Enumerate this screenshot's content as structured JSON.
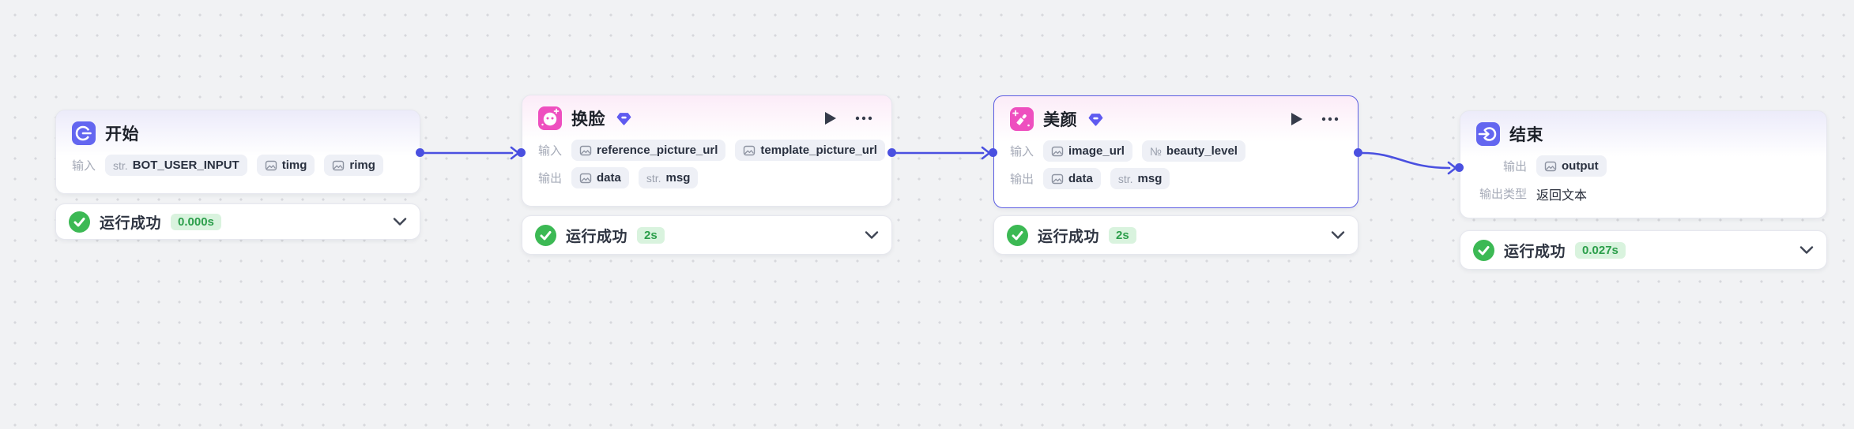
{
  "canvas": {
    "background": "#f1f2f4",
    "grid_dot_color": "#d7d8dc"
  },
  "colors": {
    "connector": "#4a50e0",
    "start_end_accent": "#6366f0",
    "plugin_accent": "#ee4fbf",
    "selected_border": "#5b5ce2",
    "success_green": "#3cb954",
    "duration_badge_bg": "#d9f3de",
    "duration_badge_text": "#2b9e4a",
    "tag_bg": "#eef0f6"
  },
  "edges": [
    {
      "from": "start",
      "to": "face-swap"
    },
    {
      "from": "face-swap",
      "to": "beauty"
    },
    {
      "from": "beauty",
      "to": "end"
    }
  ],
  "nodes": [
    {
      "id": "start",
      "title": "开始",
      "icon": "start-icon",
      "rows": [
        {
          "label": "输入",
          "tags": [
            {
              "kind": "string",
              "prefix": "str.",
              "name": "BOT_USER_INPUT"
            },
            {
              "kind": "image",
              "name": "timg"
            },
            {
              "kind": "image",
              "name": "rimg"
            }
          ]
        }
      ],
      "status": {
        "label": "运行成功",
        "duration": "0.000s"
      }
    },
    {
      "id": "face-swap",
      "title": "换脸",
      "icon": "face-swap-icon",
      "badge": "gem-badge",
      "rows": [
        {
          "label": "输入",
          "tags": [
            {
              "kind": "image",
              "name": "reference_picture_url"
            },
            {
              "kind": "image",
              "name": "template_picture_url"
            }
          ]
        },
        {
          "label": "输出",
          "tags": [
            {
              "kind": "image",
              "name": "data"
            },
            {
              "kind": "string",
              "prefix": "str.",
              "name": "msg"
            }
          ]
        }
      ],
      "status": {
        "label": "运行成功",
        "duration": "2s"
      }
    },
    {
      "id": "beauty",
      "title": "美颜",
      "icon": "beauty-icon",
      "badge": "gem-badge",
      "selected": true,
      "rows": [
        {
          "label": "输入",
          "tags": [
            {
              "kind": "image",
              "name": "image_url"
            },
            {
              "kind": "number",
              "prefix": "№",
              "name": "beauty_level"
            }
          ]
        },
        {
          "label": "输出",
          "tags": [
            {
              "kind": "image",
              "name": "data"
            },
            {
              "kind": "string",
              "prefix": "str.",
              "name": "msg"
            }
          ]
        }
      ],
      "status": {
        "label": "运行成功",
        "duration": "2s"
      }
    },
    {
      "id": "end",
      "title": "结束",
      "icon": "end-icon",
      "rows": [
        {
          "label": "输出",
          "tags": [
            {
              "kind": "image",
              "name": "output"
            }
          ]
        },
        {
          "label": "输出类型",
          "value": "返回文本"
        }
      ],
      "status": {
        "label": "运行成功",
        "duration": "0.027s"
      }
    }
  ]
}
